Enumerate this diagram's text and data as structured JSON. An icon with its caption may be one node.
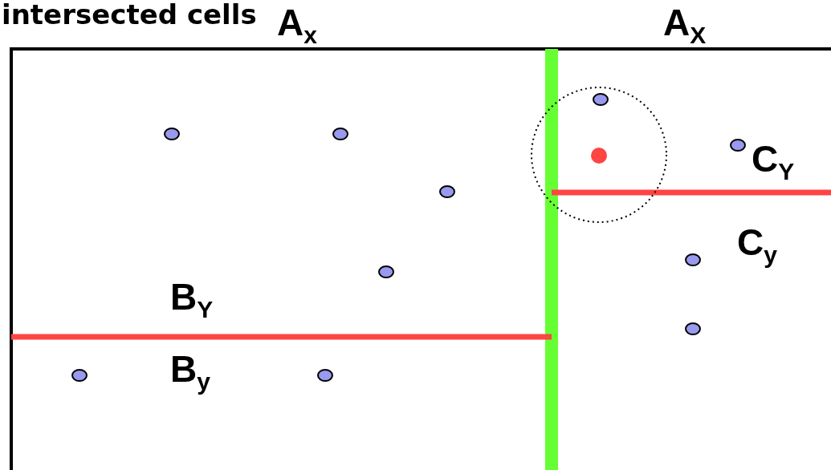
{
  "diagram": {
    "title": "intersected cells",
    "labels": [
      "A$_{x}$",
      "A$_{X}$",
      "C$_{Y}$",
      "C$_{y}$",
      "B$_{Y}$",
      "B$_{y}$"
    ]
  }
}
